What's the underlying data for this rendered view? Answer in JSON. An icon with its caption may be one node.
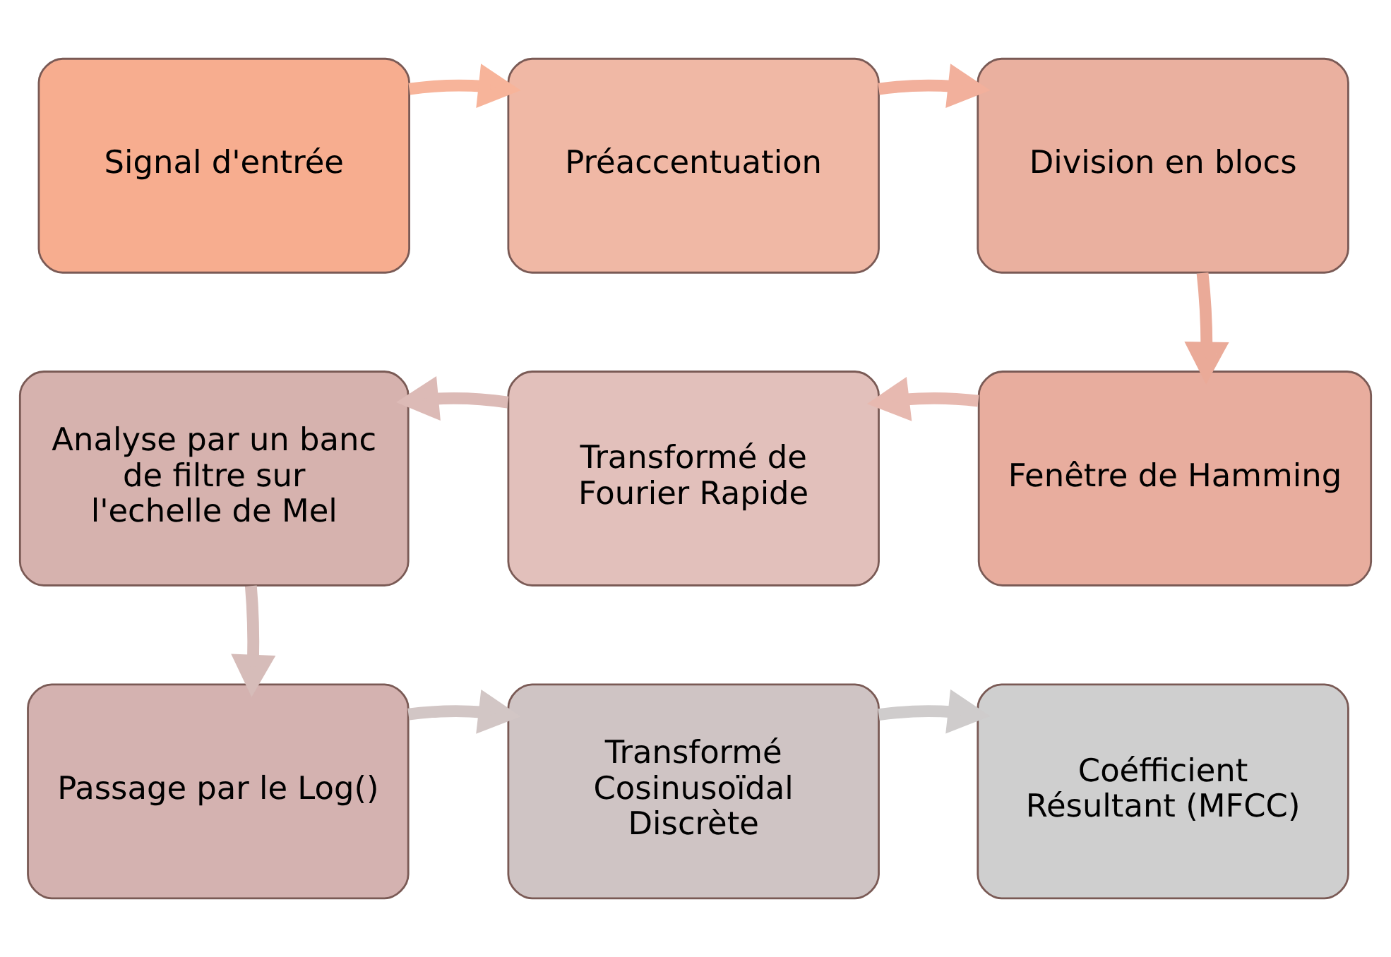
{
  "diagram": {
    "nodes": [
      {
        "text": [
          "Signal d'entrée"
        ]
      },
      {
        "text": [
          "Préaccentuation"
        ]
      },
      {
        "text": [
          "Division en blocs"
        ]
      },
      {
        "text": [
          "Fenêtre de Hamming"
        ]
      },
      {
        "text": [
          "Transformé de Fourier Rapide"
        ]
      },
      {
        "text": [
          "Analyse par un banc de filtre sur l'echelle de Mel"
        ]
      },
      {
        "text": [
          "Passage par le Log()"
        ]
      },
      {
        "text": [
          "Transformé Cosinusoïdal Discrète"
        ]
      },
      {
        "text": [
          "Coéfficient Résultant (MFCC)"
        ]
      }
    ],
    "edges": [
      {
        "from": 0,
        "to": 1,
        "arrow": "to",
        "color": "#f7b49a"
      },
      {
        "from": 1,
        "to": 2,
        "arrow": "to",
        "color": "#f2b09c"
      },
      {
        "from": 2,
        "to": 3,
        "arrow": "to",
        "color": "#eaaa98"
      },
      {
        "from": 3,
        "to": 4,
        "arrow": "to",
        "color": "#e7b9b0"
      },
      {
        "from": 4,
        "to": 5,
        "arrow": "to",
        "color": "#dcbab6"
      },
      {
        "from": 5,
        "to": 6,
        "arrow": "to",
        "color": "#d6bcb9"
      },
      {
        "from": 6,
        "to": 7,
        "arrow": "to",
        "color": "#d2c6c5"
      },
      {
        "from": 7,
        "to": 8,
        "arrow": "to",
        "color": "#cfcccc"
      }
    ]
  }
}
